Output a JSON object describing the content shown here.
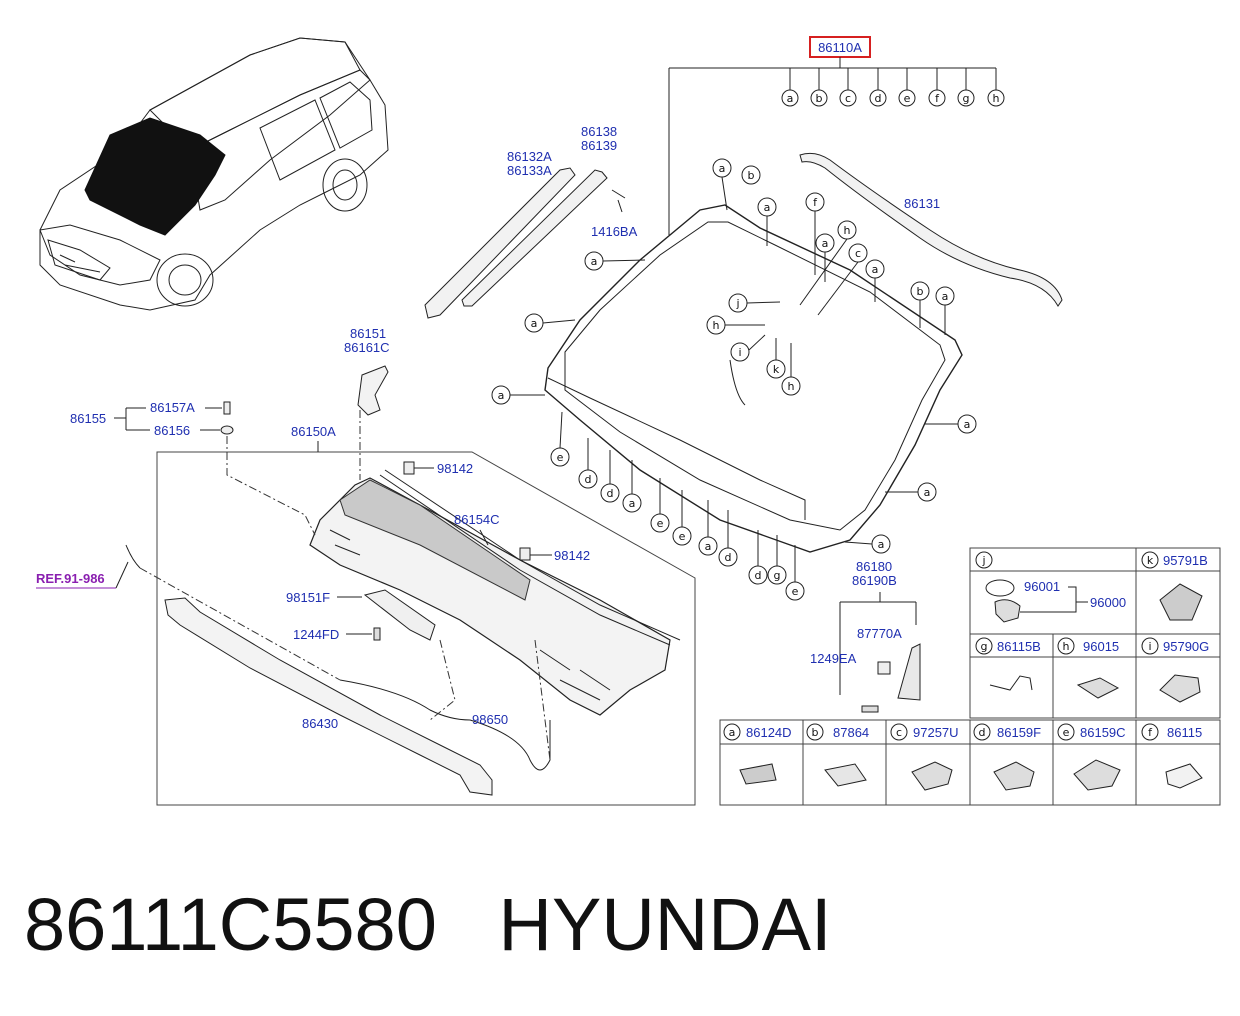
{
  "caption": {
    "part_number": "86111C5580",
    "brand": "HYUNDAI"
  },
  "diagram": {
    "main_part": "86110A",
    "main_part_highlight_color": "#d62020",
    "label_color": "#1f2fb0",
    "ref_color": "#8a1fb0",
    "letter_keys": [
      "a",
      "b",
      "c",
      "d",
      "e",
      "f",
      "g",
      "h"
    ],
    "labels": {
      "p86132A": "86132A",
      "p86133A": "86133A",
      "p86138": "86138",
      "p86139": "86139",
      "p1416BA": "1416BA",
      "p86131": "86131",
      "p86151": "86151",
      "p86161C": "86161C",
      "p86155": "86155",
      "p86157A": "86157A",
      "p86156": "86156",
      "p86150A": "86150A",
      "p98142a": "98142",
      "p98142b": "98142",
      "p86154C": "86154C",
      "p98151F": "98151F",
      "p1244FD": "1244FD",
      "p86430": "86430",
      "p98650": "98650",
      "ref": "REF.91-986",
      "p86180": "86180",
      "p86190B": "86190B",
      "p87770A": "87770A",
      "p1249EA": "1249EA"
    },
    "callouts": [
      "a",
      "b",
      "a",
      "f",
      "a",
      "h",
      "c",
      "a",
      "b",
      "a",
      "a",
      "j",
      "h",
      "i",
      "k",
      "h",
      "a",
      "a",
      "a",
      "e",
      "d",
      "d",
      "a",
      "e",
      "e",
      "a",
      "d",
      "d",
      "g",
      "e",
      "a"
    ],
    "legend": {
      "j": "",
      "j_p1": "96001",
      "j_p2": "96000",
      "k": "95791B",
      "g": "86115B",
      "h": "96015",
      "i": "95790G",
      "a": "86124D",
      "b": "87864",
      "c": "97257U",
      "d": "86159F",
      "e": "86159C",
      "f": "86115"
    }
  }
}
